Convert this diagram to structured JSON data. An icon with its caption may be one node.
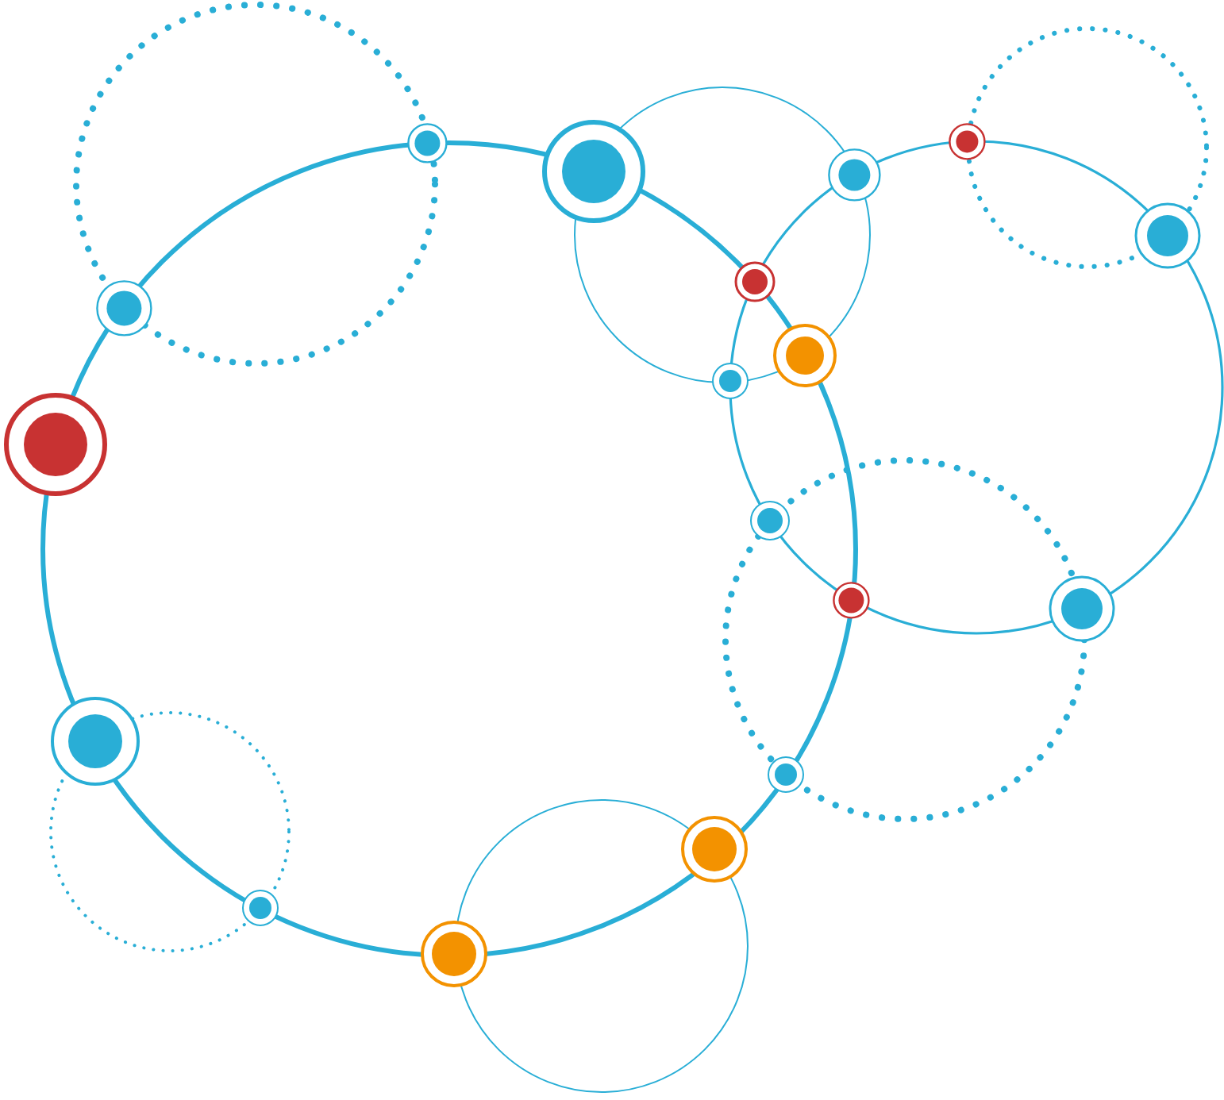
{
  "diagram": {
    "nodes": [
      {
        "text": [],
        "shape": "circle"
      },
      {
        "text": [],
        "shape": "circle"
      },
      {
        "text": [],
        "shape": "circle"
      },
      {
        "text": [],
        "shape": "circle"
      },
      {
        "text": [],
        "shape": "circle"
      },
      {
        "text": [],
        "shape": "circle"
      },
      {
        "text": [],
        "shape": "circle"
      },
      {
        "text": [],
        "shape": "circle"
      },
      {
        "text": [],
        "shape": "circle"
      },
      {
        "text": [],
        "shape": "circle"
      },
      {
        "text": [],
        "shape": "circle"
      },
      {
        "text": [],
        "shape": "circle"
      },
      {
        "text": [],
        "shape": "circle"
      },
      {
        "text": [],
        "shape": "circle"
      },
      {
        "text": [],
        "shape": "circle"
      },
      {
        "text": [],
        "shape": "circle"
      },
      {
        "text": [],
        "shape": "circle"
      },
      {
        "text": [],
        "shape": "circle"
      }
    ]
  }
}
